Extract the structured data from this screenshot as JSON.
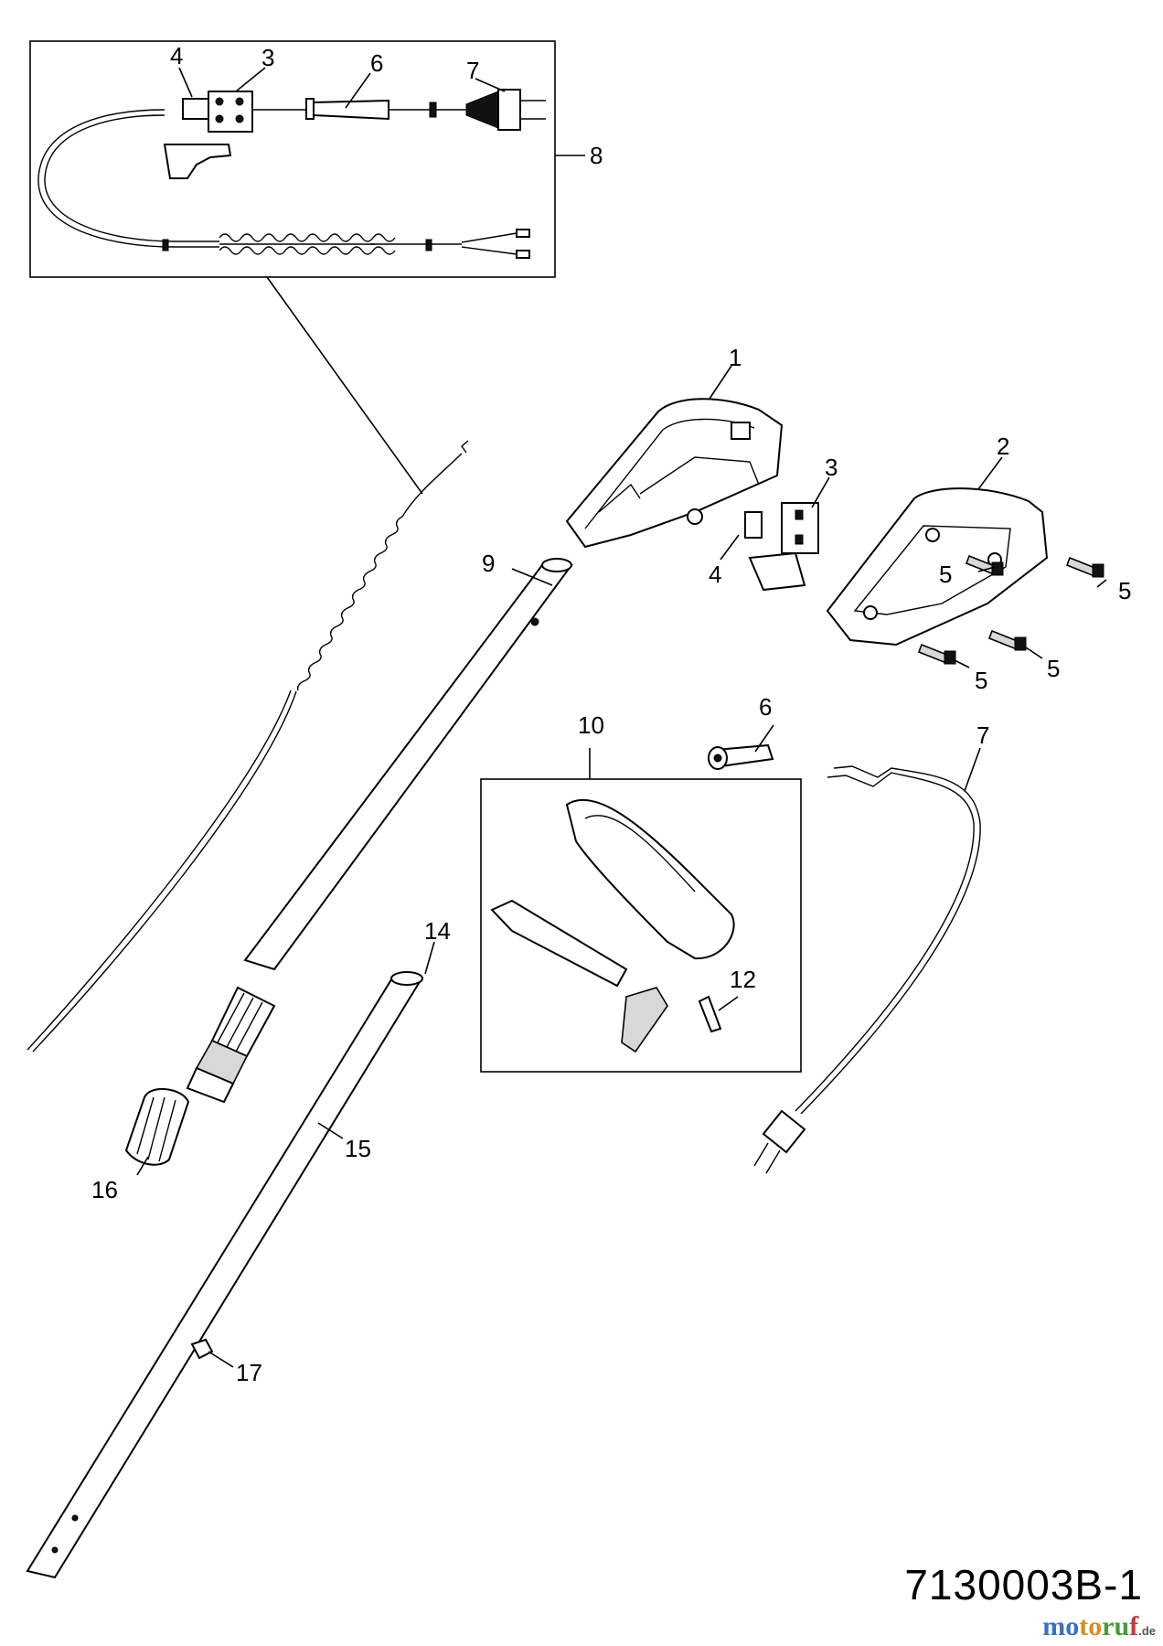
{
  "diagram": {
    "inset_labels": [
      "4",
      "3",
      "6",
      "7",
      "8"
    ],
    "labels": {
      "p1": "1",
      "p2": "2",
      "p3": "3",
      "p4": "4",
      "p5a": "5",
      "p5b": "5",
      "p5c": "5",
      "p5d": "5",
      "p6": "6",
      "p7": "7",
      "p9": "9",
      "p10": "10",
      "p12": "12",
      "p14": "14",
      "p15": "15",
      "p16": "16",
      "p17": "17"
    },
    "drawing_code": "7130003B-1"
  },
  "logo": {
    "parts": [
      "mo",
      "to",
      "ru",
      "f"
    ],
    "suffix": ".de"
  }
}
